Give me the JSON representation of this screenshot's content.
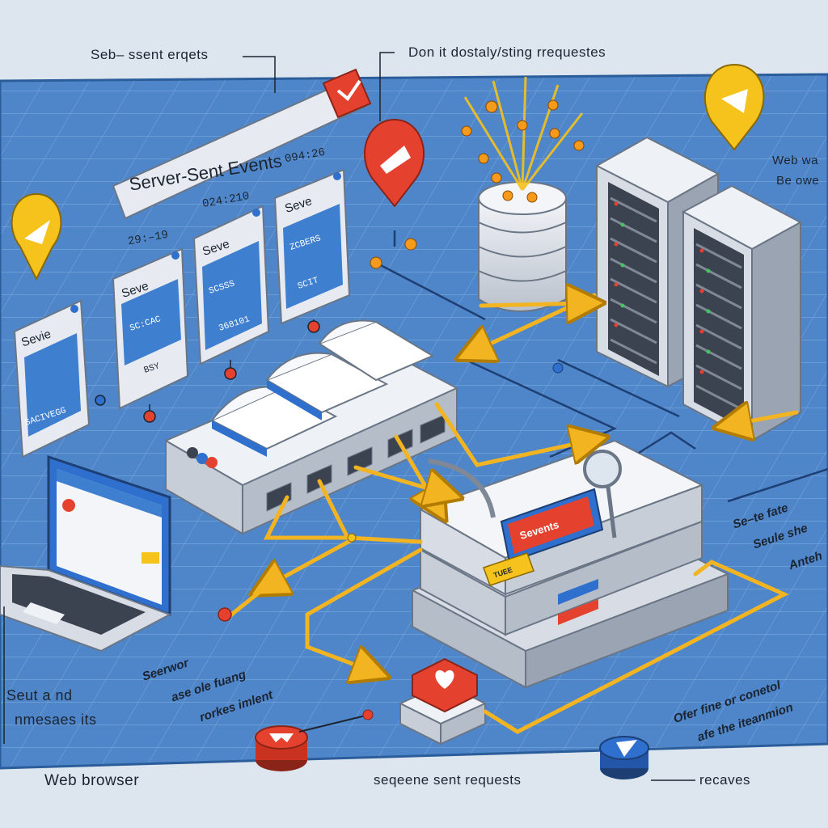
{
  "labels": {
    "top_left": "Seb– ssent erqets",
    "top_center": "Don it dostaly/sting rrequestes",
    "banner": "Server-Sent Events",
    "time_a": "29:–19",
    "time_b": "024:210",
    "time_c": "094:26",
    "right_top_1": "Web wa",
    "right_top_2": "Be owe",
    "right_mid_1": "Se–te fate",
    "right_mid_2": "Seule she",
    "right_mid_3": "Anteh",
    "mid_1": "Seerwor",
    "mid_2": "ase ole fuang",
    "mid_3": "rorkes imlent",
    "left_bottom_1": "Seut a nd",
    "left_bottom_2": "nmesaes its",
    "right_bottom_1": "Ofer fine or conetol",
    "right_bottom_2": "afe the iteanmion",
    "bottom_left": "Web browser",
    "bottom_center": "seqeene sent requests",
    "bottom_right": "recaves",
    "router_badge": "Sevents",
    "router_tag": "TUEE"
  },
  "cards": [
    {
      "title": "Sevie",
      "line1": "",
      "line2": "SACIVEGG"
    },
    {
      "title": "Seve",
      "line1": "SC:CAC",
      "line2": "BSY"
    },
    {
      "title": "Seve",
      "line1": "SCSSS",
      "line2": "368101"
    },
    {
      "title": "Seve",
      "line1": "ZCBERS",
      "line2": "SCIT"
    }
  ],
  "colors": {
    "background": "#4f86c9",
    "grid": "#82aee0",
    "arrow": "#f2b420",
    "accent_red": "#e5412f",
    "accent_yellow": "#f6c21c",
    "accent_blue": "#2f6fce",
    "panel": "#e7ebf1"
  },
  "icons": [
    "send-pin-icon",
    "checkmark-icon",
    "database-icon",
    "server-rack-icon",
    "router-icon",
    "laptop-icon",
    "magnifier-icon",
    "heart-icon",
    "send-button-icon",
    "paper-plane-icon"
  ]
}
